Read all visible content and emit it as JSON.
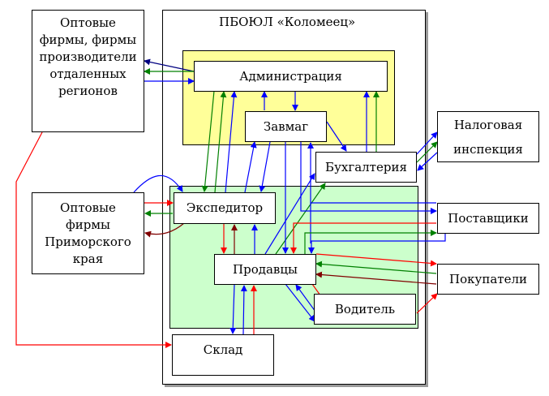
{
  "diagram": {
    "title": "ПБОЮЛ «Коломеец»",
    "zones": {
      "admin_zone": "admin-zone",
      "operations_zone": "operations-zone"
    },
    "nodes": {
      "wholesale_remote": {
        "lines": [
          "Оптовые",
          "фирмы, фирмы",
          "производители",
          "отдаленных",
          "регионов"
        ]
      },
      "wholesale_primorye": {
        "lines": [
          "Оптовые",
          "фирмы",
          "Приморского",
          "края"
        ]
      },
      "administration": {
        "label": "Администрация"
      },
      "zavmag": {
        "label": "Завмаг"
      },
      "accounting": {
        "label": "Бухгалтерия"
      },
      "tax": {
        "lines": [
          "Налоговая",
          "инспекция"
        ]
      },
      "expeditor": {
        "label": "Экспедитор"
      },
      "suppliers": {
        "label": "Поставщики"
      },
      "sellers": {
        "label": "Продавцы"
      },
      "buyers": {
        "label": "Покупатели"
      },
      "driver": {
        "label": "Водитель"
      },
      "warehouse": {
        "label": "Склад"
      }
    },
    "colors": {
      "admin_zone_fill": "#ffff99",
      "operations_zone_fill": "#ccffcc",
      "blue": "#0000ff",
      "navy": "#000080",
      "green": "#008000",
      "red": "#ff0000",
      "dark_red": "#800000"
    },
    "edges": [
      {
        "from": "administration",
        "to": "wholesale_remote",
        "color": "navy"
      },
      {
        "from": "administration",
        "to": "wholesale_remote",
        "color": "green"
      },
      {
        "from": "wholesale_remote",
        "to": "administration",
        "color": "blue"
      },
      {
        "from": "administration",
        "to": "zavmag",
        "color": "blue"
      },
      {
        "from": "zavmag",
        "to": "administration",
        "color": "blue"
      },
      {
        "from": "accounting",
        "to": "administration",
        "color": "blue"
      },
      {
        "from": "accounting",
        "to": "administration",
        "color": "green"
      },
      {
        "from": "zavmag",
        "to": "accounting",
        "color": "blue"
      },
      {
        "from": "accounting",
        "to": "tax",
        "color": "blue"
      },
      {
        "from": "accounting",
        "to": "tax",
        "color": "green"
      },
      {
        "from": "tax",
        "to": "accounting",
        "color": "blue"
      },
      {
        "from": "administration",
        "to": "expeditor",
        "color": "green"
      },
      {
        "from": "expeditor",
        "to": "administration",
        "color": "green"
      },
      {
        "from": "expeditor",
        "to": "administration",
        "color": "blue"
      },
      {
        "from": "expeditor",
        "to": "zavmag",
        "color": "blue"
      },
      {
        "from": "zavmag",
        "to": "expeditor",
        "color": "blue"
      },
      {
        "from": "wholesale_primorye",
        "to": "expeditor",
        "color": "blue"
      },
      {
        "from": "wholesale_primorye",
        "to": "expeditor",
        "color": "red"
      },
      {
        "from": "expeditor",
        "to": "wholesale_primorye",
        "color": "green"
      },
      {
        "from": "expeditor",
        "to": "wholesale_primorye",
        "color": "dark_red"
      },
      {
        "from": "wholesale_remote",
        "to": "warehouse",
        "color": "red"
      },
      {
        "from": "expeditor",
        "to": "sellers",
        "color": "red"
      },
      {
        "from": "sellers",
        "to": "expeditor",
        "color": "dark_red"
      },
      {
        "from": "sellers",
        "to": "expeditor",
        "color": "blue"
      },
      {
        "from": "sellers",
        "to": "accounting",
        "color": "blue"
      },
      {
        "from": "sellers",
        "to": "accounting",
        "color": "green"
      },
      {
        "from": "zavmag",
        "to": "sellers",
        "color": "blue"
      },
      {
        "from": "zavmag",
        "to": "suppliers",
        "color": "blue"
      },
      {
        "from": "sellers",
        "to": "suppliers",
        "color": "blue"
      },
      {
        "from": "suppliers",
        "to": "sellers",
        "color": "red"
      },
      {
        "from": "sellers",
        "to": "suppliers",
        "color": "green"
      },
      {
        "from": "suppliers",
        "to": "sellers",
        "color": "blue"
      },
      {
        "from": "sellers",
        "to": "buyers",
        "color": "red"
      },
      {
        "from": "buyers",
        "to": "sellers",
        "color": "green"
      },
      {
        "from": "buyers",
        "to": "sellers",
        "color": "dark_red"
      },
      {
        "from": "sellers",
        "to": "driver",
        "color": "red"
      },
      {
        "from": "sellers",
        "to": "driver",
        "color": "blue"
      },
      {
        "from": "driver",
        "to": "sellers",
        "color": "blue"
      },
      {
        "from": "driver",
        "to": "buyers",
        "color": "red"
      },
      {
        "from": "sellers",
        "to": "warehouse",
        "color": "blue"
      },
      {
        "from": "warehouse",
        "to": "sellers",
        "color": "blue"
      },
      {
        "from": "warehouse",
        "to": "sellers",
        "color": "red"
      }
    ]
  }
}
